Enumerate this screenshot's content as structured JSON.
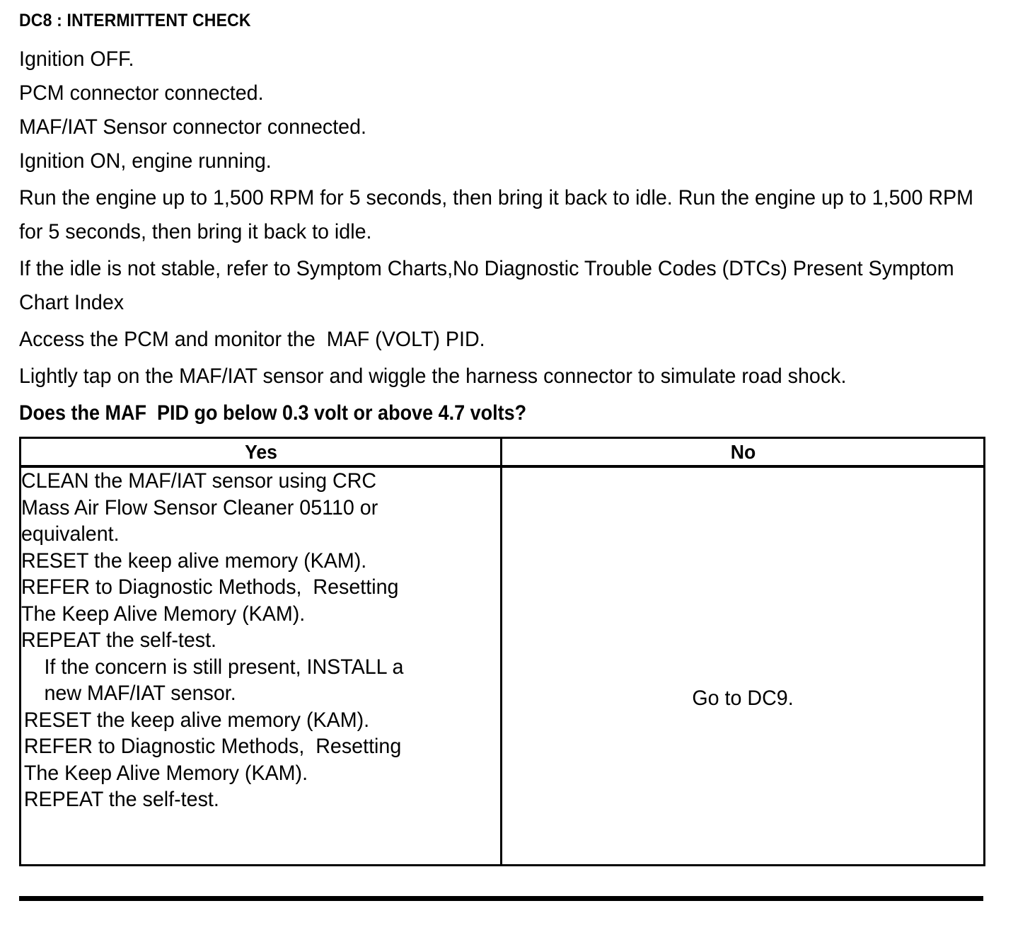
{
  "document": {
    "title": "DC8 : INTERMITTENT CHECK",
    "steps": [
      "Ignition OFF.",
      "PCM connector connected.",
      "MAF/IAT Sensor connector connected.",
      "Ignition ON, engine running.",
      "Run the engine up to 1,500 RPM for 5 seconds, then bring it back to idle. Run the engine up to 1,500 RPM for 5 seconds, then bring it back to idle.",
      "If the idle is not stable, refer to Symptom Charts,No Diagnostic Trouble Codes (DTCs) Present  Symptom Chart Index",
      "Access the PCM and monitor the  MAF (VOLT) PID.",
      "Lightly tap on the MAF/IAT sensor and wiggle the harness connector to simulate road shock."
    ],
    "question": "Does the MAF  PID go below 0.3 volt or above 4.7 volts?"
  },
  "decision_table": {
    "headers": {
      "yes": "Yes",
      "no": "No"
    },
    "yes_actions": [
      "CLEAN the MAF/IAT sensor using CRC",
      "Mass Air Flow Sensor Cleaner 05110 or",
      "equivalent.",
      "RESET the keep alive memory (KAM).",
      "REFER to Diagnostic Methods,  Resetting",
      "The Keep Alive Memory (KAM).",
      "REPEAT the self-test.",
      "If the concern is still present, INSTALL a",
      "new MAF/IAT sensor.",
      "RESET the keep alive memory (KAM).",
      "REFER to Diagnostic Methods,  Resetting",
      "The Keep Alive Memory (KAM).",
      "REPEAT the self-test."
    ],
    "no_action": "Go to DC9."
  },
  "colors": {
    "ink": "#000000",
    "paper": "#ffffff"
  }
}
